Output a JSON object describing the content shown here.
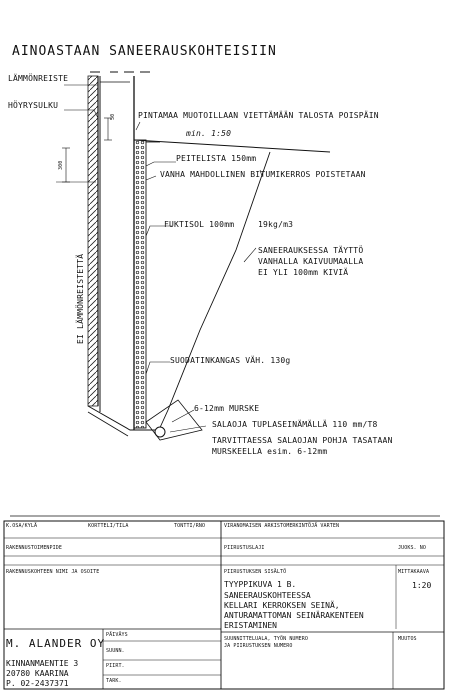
{
  "drawing": {
    "title": "AINOASTAAN SANEERAUSKOHTEISIIN",
    "labels": {
      "lammoneriste": "LÄMMÖNREISTE",
      "hoyrysulku": "HÖYRYSULKU",
      "pintamaa": "PINTAMAA MUOTOILLAAN VIETTÄMÄÄN TALOSTA POISPÄIN",
      "kaltevuus": "min. 1:50",
      "peitelista": "PEITELISTA 150mm",
      "bitumi": "VANHA MAHDOLLINEN BITUMIKERROS POISTETAAN",
      "fuktisol": "FUKTISOL 100mm",
      "paino": "19kg/m3",
      "tayttoline1": "SANEERAUKSESSA TÄYTTÖ",
      "tayttoline2": "VANHALLA KAIVUUMAALLA",
      "tayttoline3": "EI YLI 100mm KIVIÄ",
      "suodatin": "SUODATINKANGAS VÄH. 130g",
      "murske": "6-12mm MURSKE",
      "salaoja": "SALAOJA TUPLASEINÄMÄLLÄ 110 mm/T8",
      "tarvittaessa1": "TARVITTAESSA SALAOJAN POHJA TASATAAN",
      "tarvittaessa2": "MURSKEELLA esim. 6-12mm",
      "ei_lammon": "EI LÄMMÖNREISTETTÄ",
      "dim50": "50",
      "dim300": "300"
    }
  },
  "titleblock": {
    "kosa_kyla": "K.OSA/KYLÄ",
    "kortteli_tila": "KORTTELI/TILA",
    "tontti_rno": "TONTTI/RNO",
    "viranomaisen": "VIRANOMAISEN ARKISTOMERKINTÖJÄ VARTEN",
    "rakennustoimenpide": "RAKENNUSTOIMENPIDE",
    "piirustuslaji": "PIIRUSTUSLAJI",
    "juoks_no": "JUOKS. NO",
    "rakennuskohde": "RAKENNUSKOHTEEN NIMI JA OSOITE",
    "piirustuksen_sisalto": "PIIRUSTUKSEN SISÄLTÖ",
    "mittakaava": "MITTAKAAVA",
    "content_lines": [
      "TYYPPIKUVA 1 B.",
      "SANEERAUSKOHTEESSA",
      "KELLARI KERROKSEN SEINÄ,",
      "ANTURAMATTOMAN SEINÄRAKENTEEN",
      "ERISTAMINEN"
    ],
    "scale": "1:20",
    "paivays": "PÄIVÄYS",
    "suunn": "SUUNN.",
    "piirt": "PIIRT.",
    "tark": "TARK.",
    "suunnittelu": "SUUNNITTELUALA, TYÖN NUMERO",
    "piirustuksen_numero": "JA PIIRUSTUKSEN NUMERO",
    "muutos": "MUUTOS",
    "firm": "M. ALANDER OY",
    "address_lines": [
      "KINNANMAENTIE 3",
      "20780 KAARINA",
      "P. 02-2437371"
    ]
  }
}
